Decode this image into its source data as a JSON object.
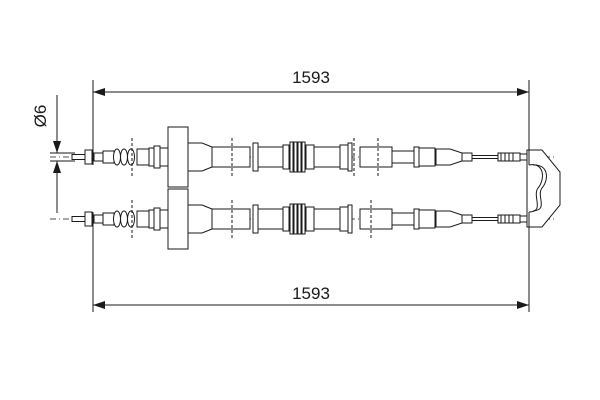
{
  "drawing": {
    "dimensions": {
      "top_length": "1593",
      "bottom_length": "1593",
      "diameter": "Ø6"
    },
    "line_color": "#1a1a1a",
    "background": "#ffffff"
  }
}
